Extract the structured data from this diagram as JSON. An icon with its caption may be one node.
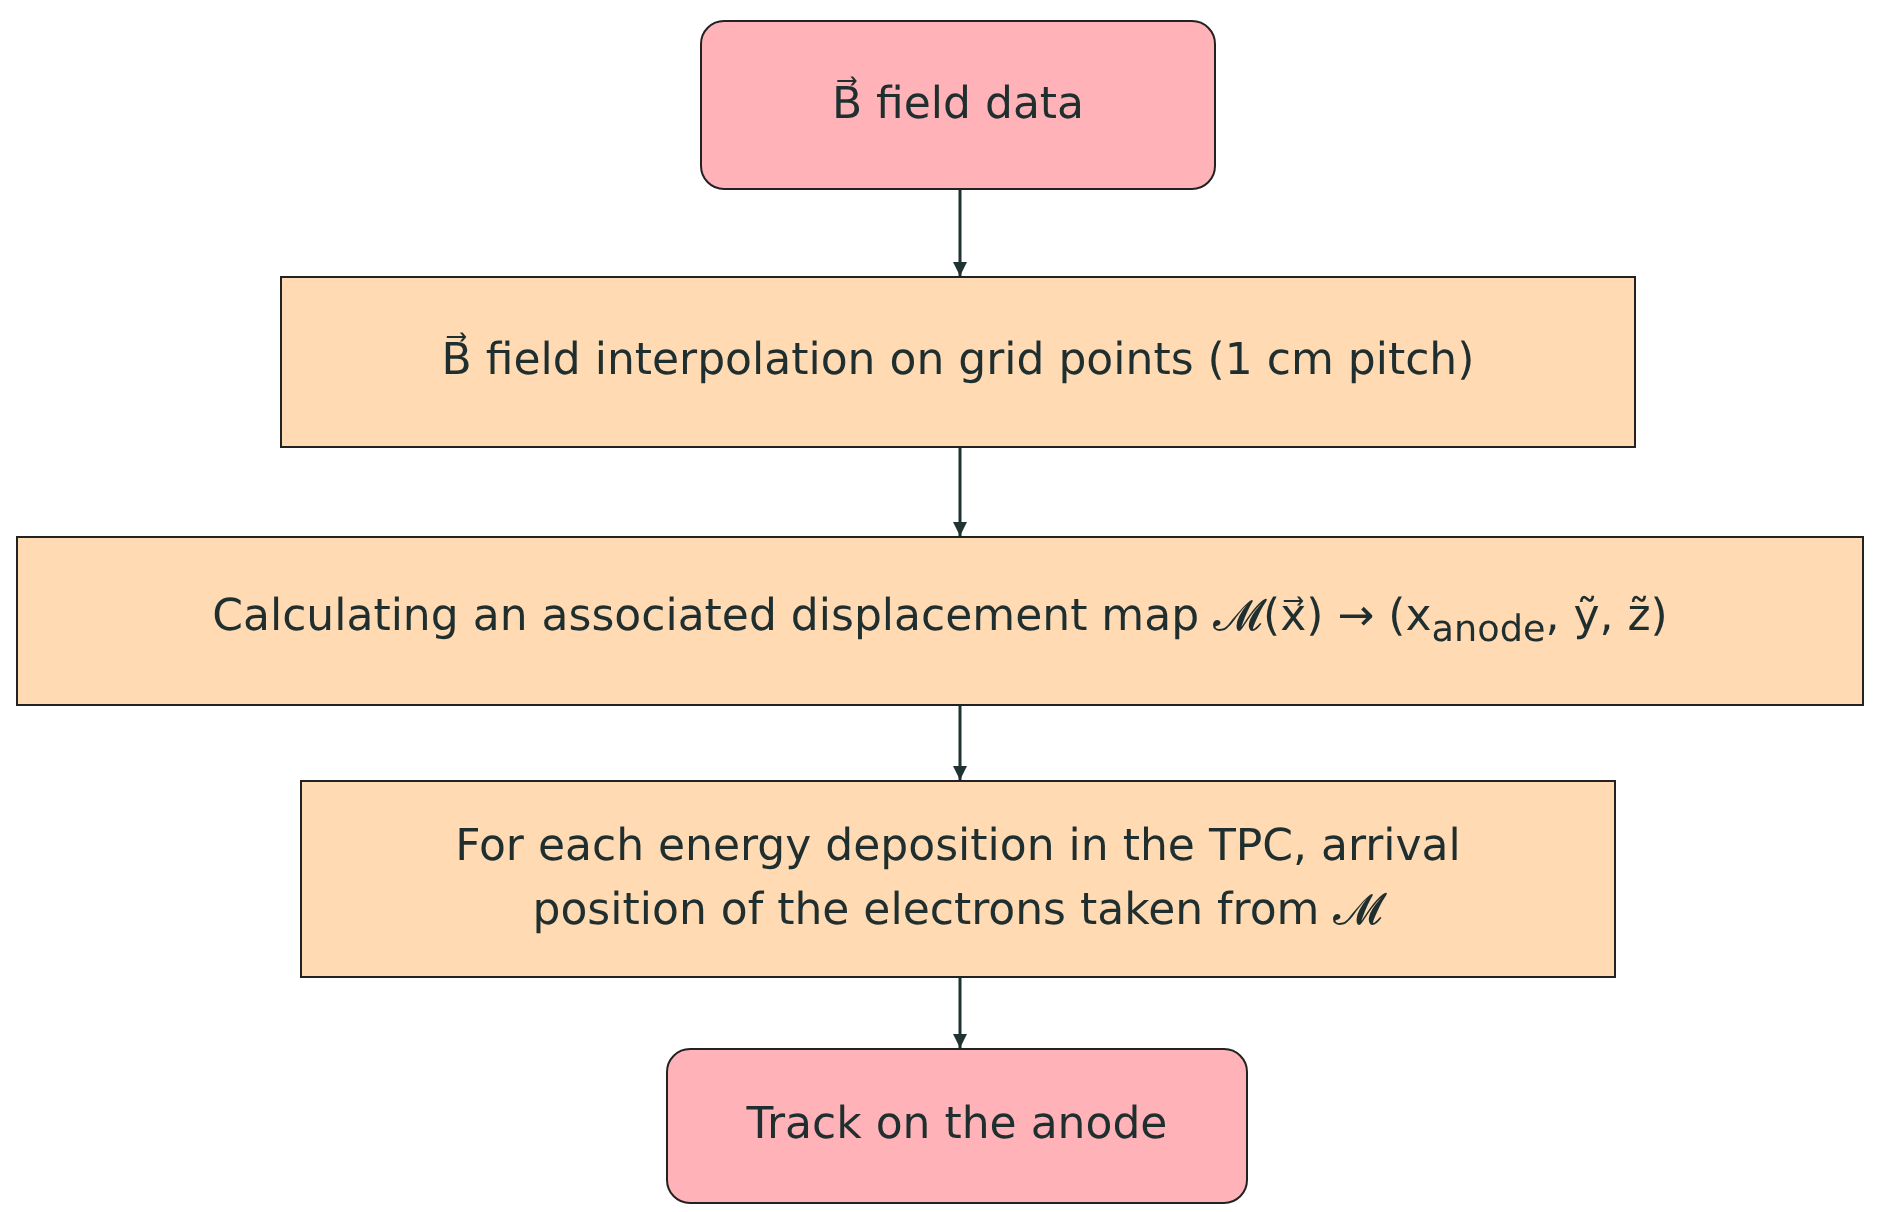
{
  "diagram": {
    "nodes": [
      {
        "text": [
          "B⃗ field data"
        ]
      },
      {
        "text": [
          "B⃗ field interpolation on grid points (1 cm pitch)"
        ]
      },
      {
        "text": [
          "Calculating an associated displacement map 𝓜(x⃗) → (x$_{anode}$, ỹ, z̃)"
        ]
      },
      {
        "text": [
          "For each energy deposition in the TPC, arrival position of the electrons taken from 𝓜"
        ]
      },
      {
        "text": [
          "Track on the anode"
        ]
      }
    ],
    "edges": [
      {
        "from": 0,
        "to": 1,
        "arrow": "to"
      },
      {
        "from": 1,
        "to": 2,
        "arrow": "to"
      },
      {
        "from": 2,
        "to": 3,
        "arrow": "to"
      },
      {
        "from": 3,
        "to": 4,
        "arrow": "to"
      }
    ]
  }
}
